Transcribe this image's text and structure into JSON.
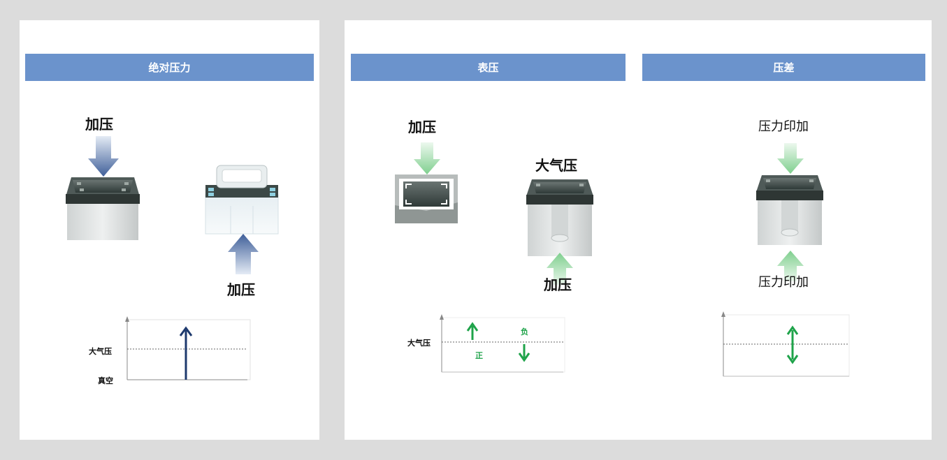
{
  "absolute": {
    "header": "绝对压力",
    "label_top": "加压",
    "label_bottom": "加压",
    "axis_high": "大气压",
    "axis_low": "真空"
  },
  "gauge": {
    "header": "表压",
    "label_top": "加压",
    "label_atm": "大气压",
    "label_bottom": "加压",
    "axis_label": "大气压",
    "positive": "正",
    "negative": "负"
  },
  "differential": {
    "header": "压差",
    "label_top": "压力印加",
    "label_bottom": "压力印加"
  },
  "colors": {
    "header_bg": "#6b93cc",
    "arrow_blue": "#4a6da5",
    "arrow_green": "#8fd49a",
    "indicator_navy": "#1e3a6e",
    "indicator_green": "#1fa34a"
  }
}
